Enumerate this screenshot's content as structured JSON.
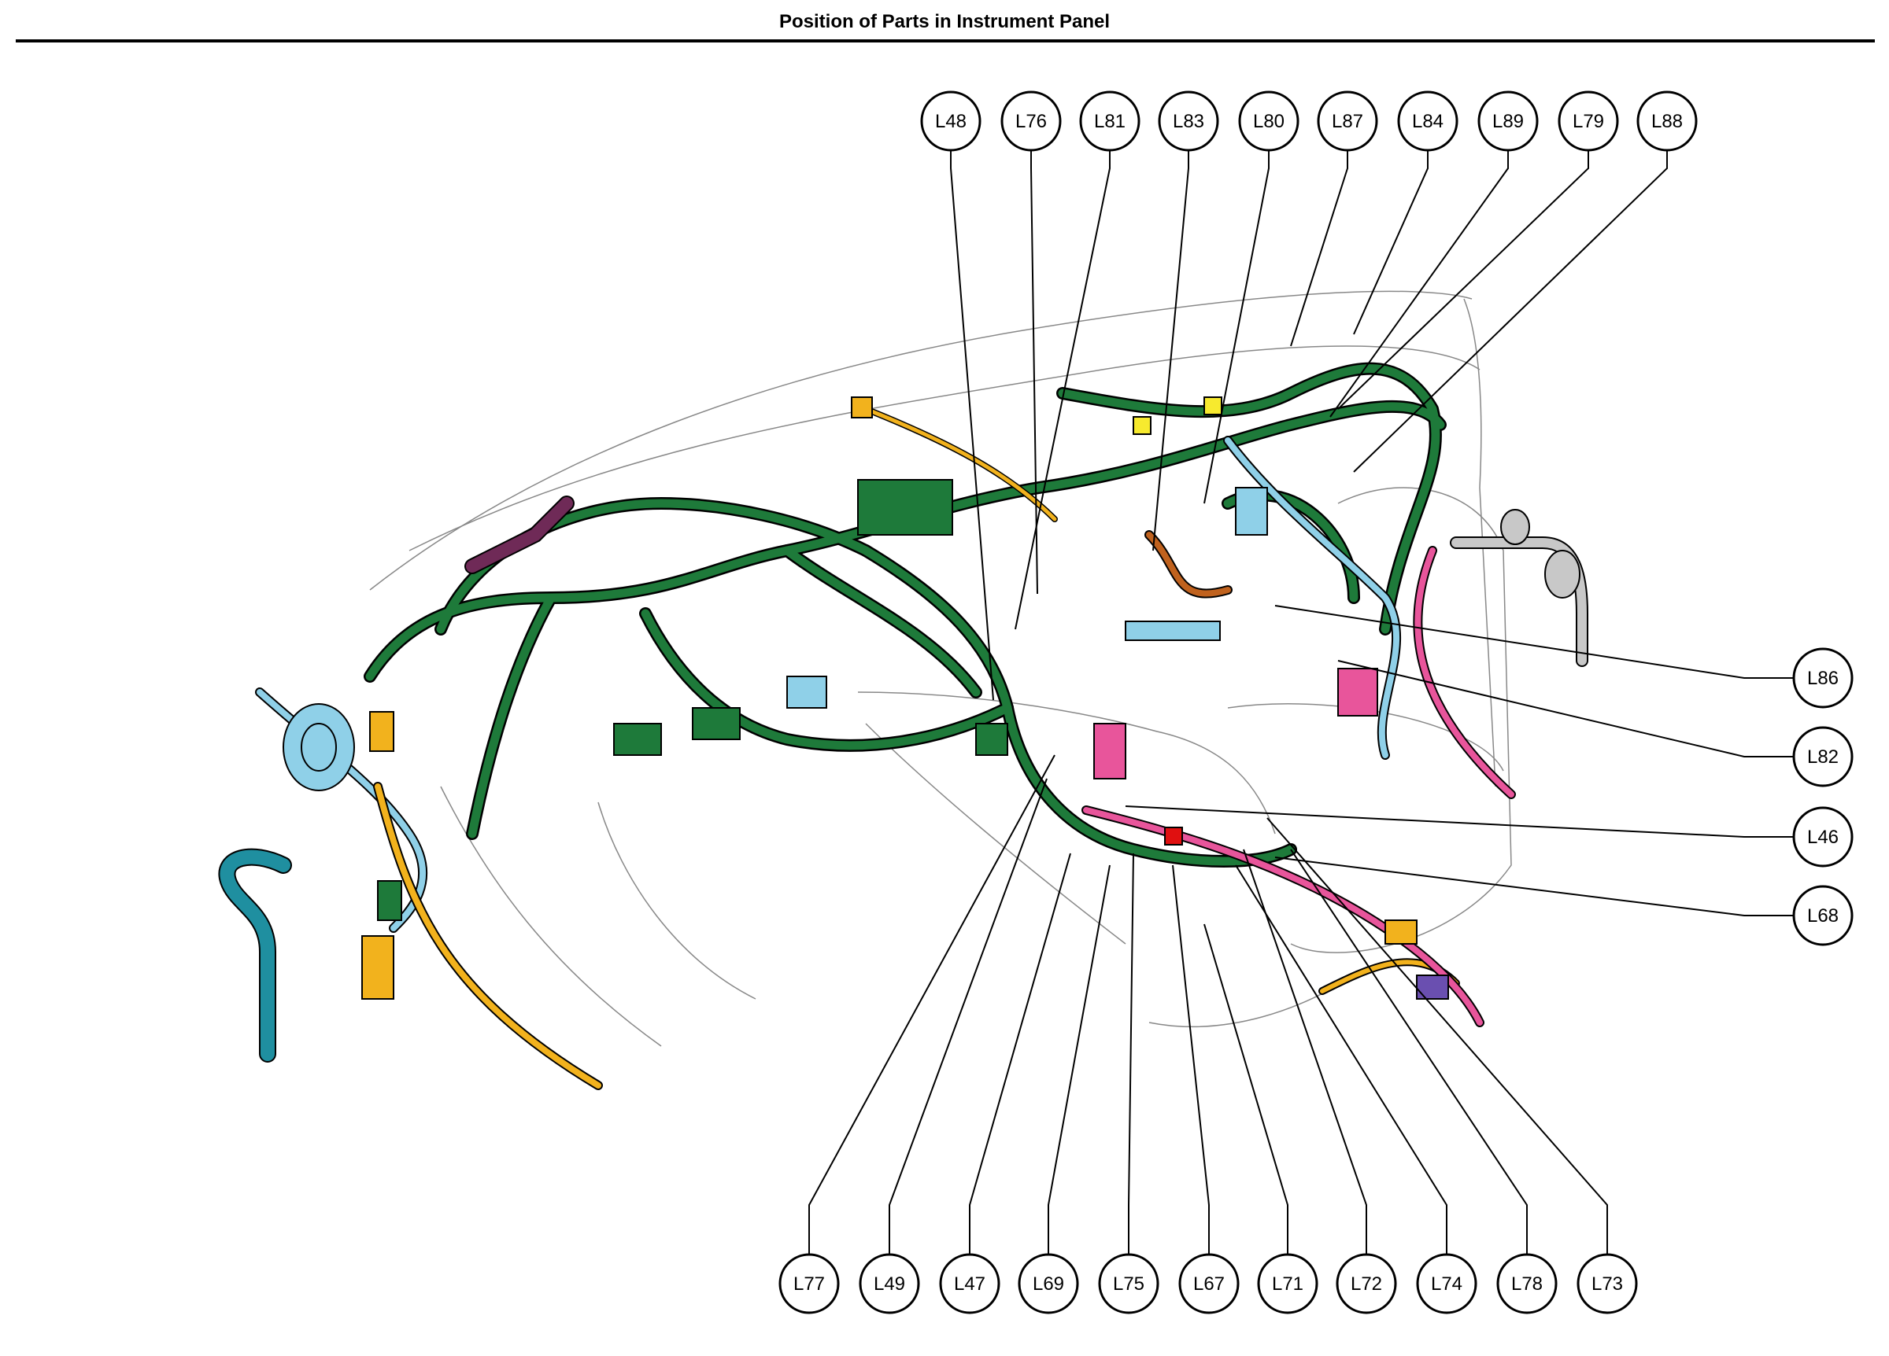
{
  "title": "Position of Parts in Instrument Panel",
  "colors": {
    "harness_green": "#1e7a3a",
    "harness_light_blue": "#8fd0e8",
    "harness_yellow_orange": "#f2b21d",
    "harness_pink": "#e8559b",
    "harness_teal": "#1f8fa0",
    "harness_purple": "#6f2a57",
    "harness_violet": "#6a4fb0",
    "harness_orange_brown": "#c0621e",
    "harness_gray": "#c8c8c8",
    "connector_red": "#e01010",
    "connector_yellow": "#f7ea2e",
    "outline": "#000000"
  },
  "callouts_top": [
    "L48",
    "L76",
    "L81",
    "L83",
    "L80",
    "L87",
    "L84",
    "L89",
    "L79",
    "L88"
  ],
  "callouts_right": [
    "L86",
    "L82",
    "L46",
    "L68"
  ],
  "callouts_bottom": [
    "L77",
    "L49",
    "L47",
    "L69",
    "L75",
    "L67",
    "L71",
    "L72",
    "L74",
    "L78",
    "L73"
  ]
}
